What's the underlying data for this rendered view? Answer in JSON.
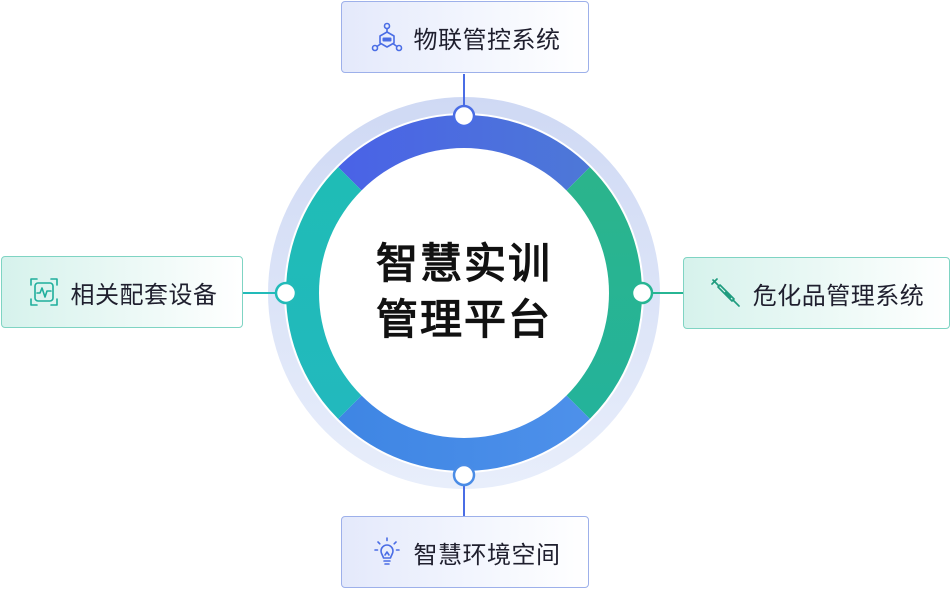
{
  "center": {
    "line1": "智慧实训",
    "line2": "管理平台"
  },
  "nodes": {
    "top": {
      "label": "物联管控系统",
      "icon": "iot-network-icon"
    },
    "right": {
      "label": "危化品管理系统",
      "icon": "syringe-icon"
    },
    "bottom": {
      "label": "智慧环境空间",
      "icon": "lightbulb-icon"
    },
    "left": {
      "label": "相关配套设备",
      "icon": "monitor-scan-icon"
    }
  },
  "colors": {
    "ring_blue": "#4a6de5",
    "ring_teal_right": "#27b593",
    "ring_teal_left": "#22bbb9",
    "ring_blue_bottom": "#4a8ce6",
    "halo": "#d7e0f6",
    "connector": "#4a6de5"
  }
}
